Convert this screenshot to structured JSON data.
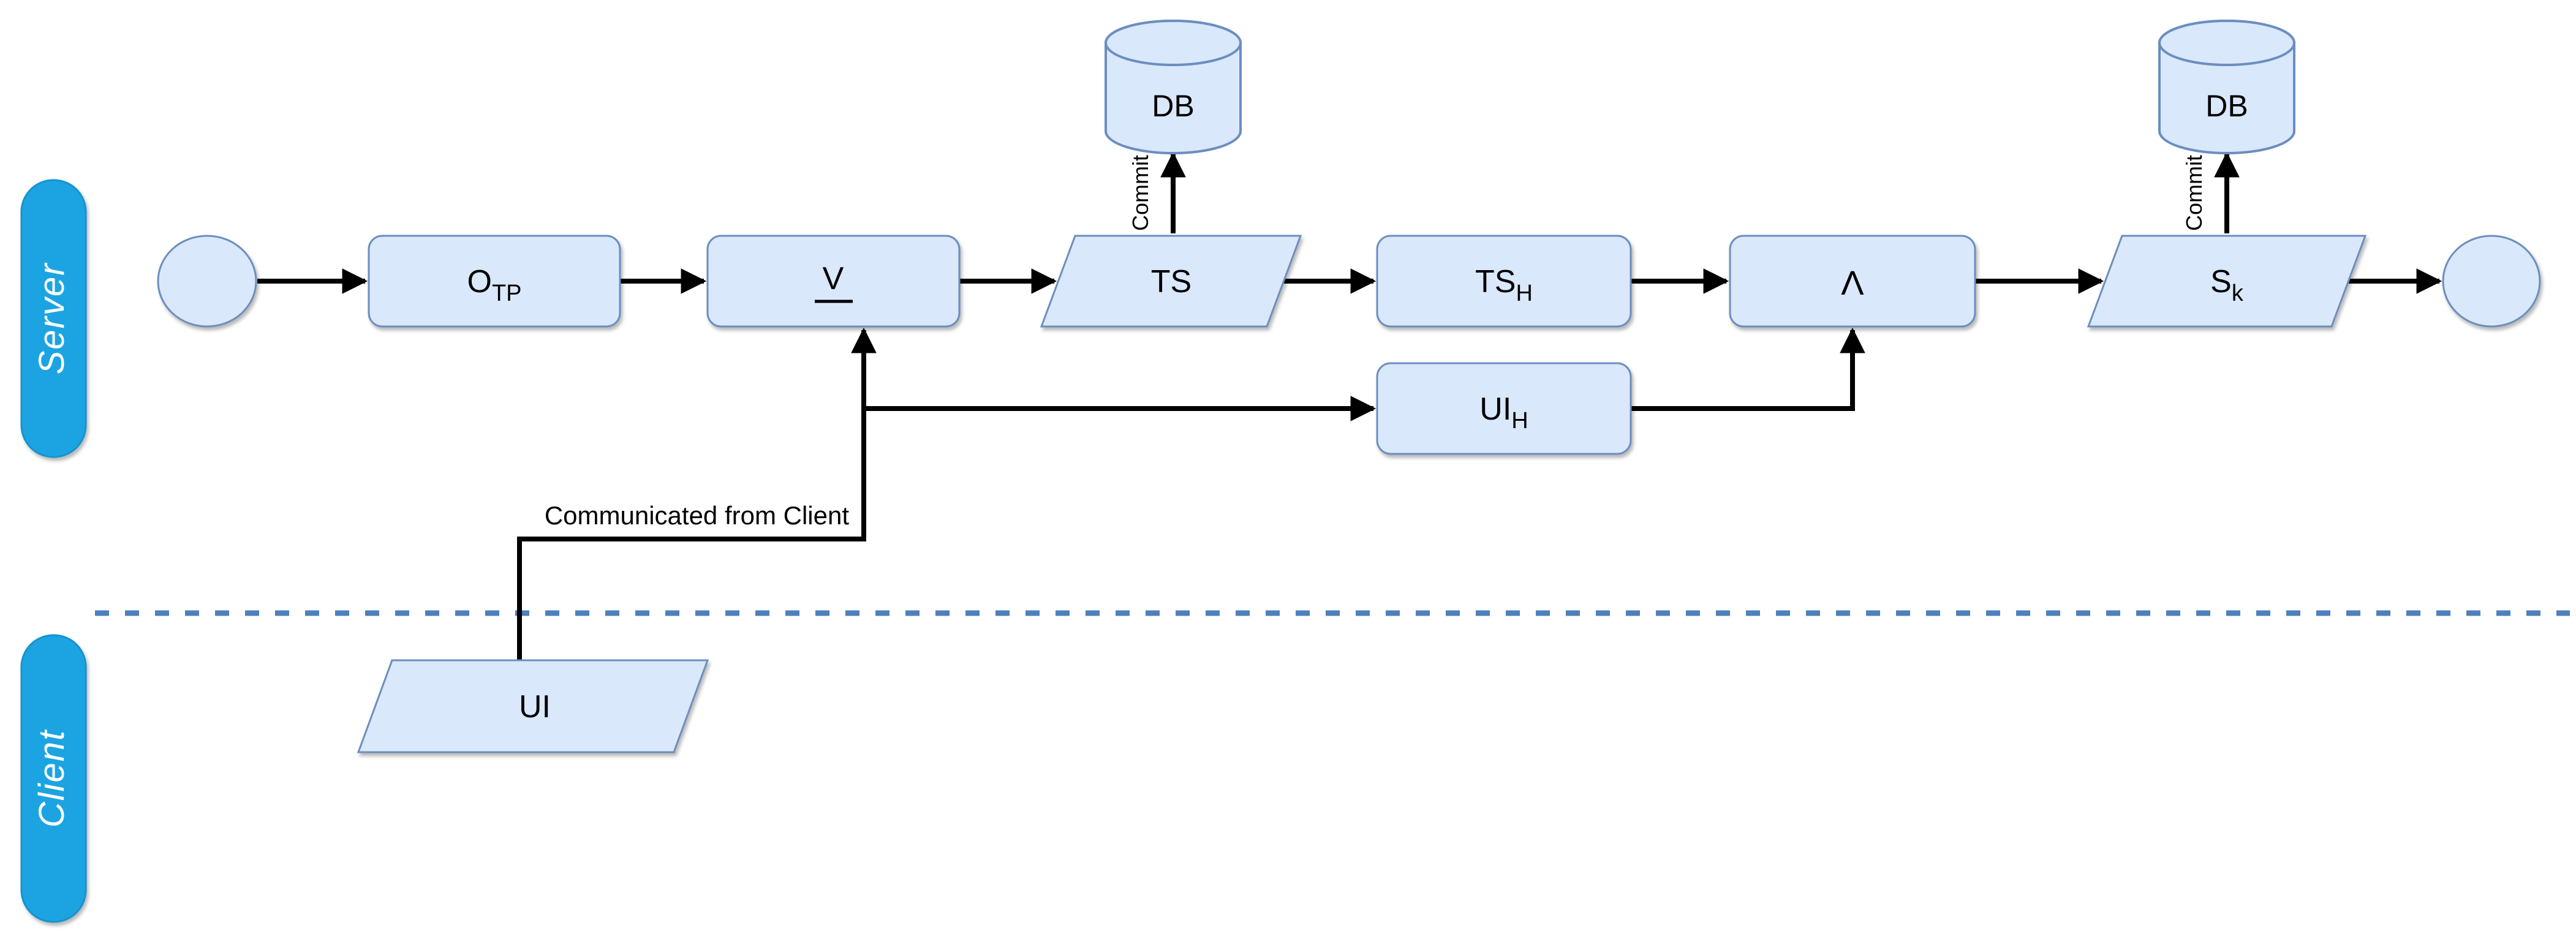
{
  "diagram": {
    "server_lane": {
      "label": "Server"
    },
    "client_lane": {
      "label": "Client"
    },
    "nodes": {
      "otp": {
        "main": "O",
        "sub": "TP"
      },
      "verify": {
        "label": "V"
      },
      "ts": {
        "label": "TS"
      },
      "db_top": {
        "label": "DB"
      },
      "db_right": {
        "label": "DB"
      },
      "tsh": {
        "main": "TS",
        "sub": "H"
      },
      "match": {
        "label": "Λ"
      },
      "uih": {
        "main": "UI",
        "sub": "H"
      },
      "sk": {
        "main": "S",
        "sub": "k"
      },
      "ui": {
        "label": "UI"
      }
    },
    "labels": {
      "commit_ts": "Commit",
      "commit_sk": "Commit",
      "client_comm": "Communicated from Client"
    },
    "colors": {
      "lane_fill": "#1BA4E2",
      "lane_stroke": "#1593CE",
      "lane_text": "#FFFFFF",
      "node_fill": "#DAE8FC",
      "node_stroke": "#6C8EBF",
      "separator": "#4D80BC",
      "arrow": "#000000",
      "text": "#000000"
    }
  }
}
